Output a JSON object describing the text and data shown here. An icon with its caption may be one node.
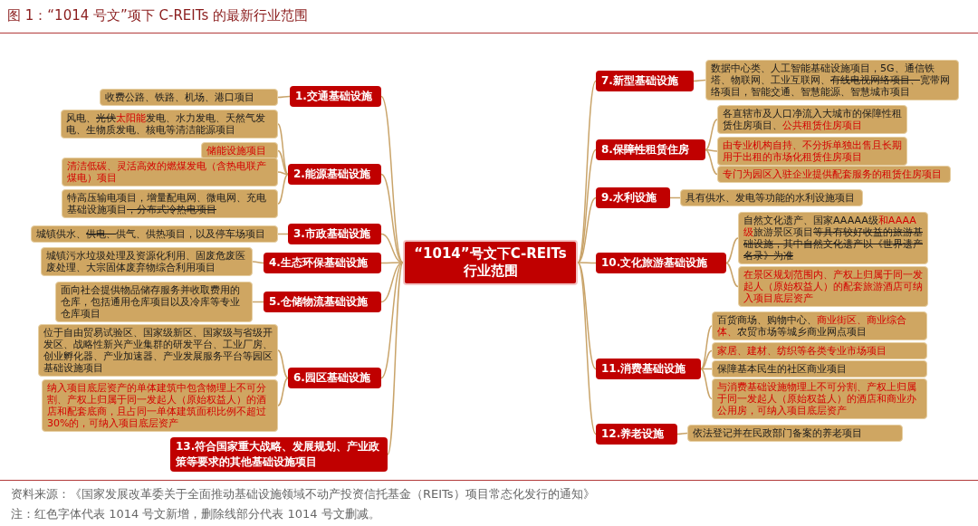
{
  "diagram": {
    "title": "图 1：“1014 号文”项下 C-REITs 的最新行业范围",
    "caption": "资料来源：《国家发展改革委关于全面推动基础设施领域不动产投资信托基金（REITs）项目常态化发行的通知》",
    "nodes": [
      {
        "text": [
          "“1014”号文下C-REITs行业范围"
        ]
      },
      {
        "text": [
          "1.交通基础设施"
        ]
      },
      {
        "text": [
          "收费公路、铁路、机场、港口项目"
        ]
      },
      {
        "text": [
          "2.能源基础设施"
        ]
      },
      {
        "text": [
          "风电、**光伏**太阳能发电、水力发电、天然气发电、生物质发电、核电等清洁能源项目"
        ]
      },
      {
        "text": [
          "储能设施项目"
        ]
      },
      {
        "text": [
          "清洁低碳、灵活高效的燃煤发电（含热电联产煤电）项目"
        ]
      },
      {
        "text": [
          "特高压输电项目，增量配电网、微电网、充电基础设施项目**，分布式冷热电项目**"
        ]
      },
      {
        "text": [
          "3.市政基础设施"
        ]
      },
      {
        "text": [
          "城镇供水、**供电、**供气、供热项目，以及停车场项目"
        ]
      },
      {
        "text": [
          "4.生态环保基础设施"
        ]
      },
      {
        "text": [
          "城镇污水垃圾处理及资源化利用、固废危废医废处理、大宗固体废弃物综合利用项目"
        ]
      },
      {
        "text": [
          "5.仓储物流基础设施"
        ]
      },
      {
        "text": [
          "面向社会提供物品储存服务并收取费用的仓库，包括通用仓库项目以及冷库等专业仓库项目"
        ]
      },
      {
        "text": [
          "6.园区基础设施"
        ]
      },
      {
        "text": [
          "位于自由贸易试验区、国家级新区、国家级与省级开发区、战略性新兴产业集群的研发平台、工业厂房、创业孵化器、产业加速器、产业发展服务平台等园区基础设施项目"
        ]
      },
      {
        "text": [
          "纳入项目底层资产的单体建筑中包含物理上不可分割、产权上归属于同一发起人（原始权益人）的酒店和配套底商，且占同一单体建筑面积比例不超过30%的，可纳入项目底层资产"
        ]
      },
      {
        "text": [
          "13.符合国家重大战略、发展规划、产业政策等要求的其他基础设施项目"
        ]
      },
      {
        "text": [
          "7.新型基础设施"
        ]
      },
      {
        "text": [
          "数据中心类、人工智能基础设施项目，5G、通信铁塔、物联网、工业互联网、**有线电视网络项目、**宽带网络项目，智能交通、智慧能源、智慧城市项目"
        ]
      },
      {
        "text": [
          "8.**保障性**租赁住房"
        ]
      },
      {
        "text": [
          "各直辖市及人口净流入大城市的保障性租赁住房项目、公共租赁住房项目"
        ]
      },
      {
        "text": [
          "由专业机构自持、不分拆单独出售且长期用于出租的市场化租赁住房项目"
        ]
      },
      {
        "text": [
          "专门为园区入驻企业提供配套服务的租赁住房项目"
        ]
      },
      {
        "text": [
          "9.水利设施"
        ]
      },
      {
        "text": [
          "具有供水、发电等功能的水利设施项目"
        ]
      },
      {
        "text": [
          "10.文化旅游基础设施"
        ]
      },
      {
        "text": [
          "自然文化遗产、国家AAAAA级和AAAA级旅游景区项目**等具有较好收益的旅游基础设施，其中自然文化遗产以《世界遗产名录》为准**"
        ]
      },
      {
        "text": [
          "在景区规划范围内、产权上归属于同一发起人（原始权益人）的配套旅游酒店可纳入项目底层资产"
        ]
      },
      {
        "text": [
          "11.消费基础设施"
        ]
      },
      {
        "text": [
          "百货商场、购物中心、商业街区、商业综合体、农贸市场等城乡商业网点项目"
        ]
      },
      {
        "text": [
          "家居、建材、纺织等各类专业市场项目"
        ]
      },
      {
        "text": [
          "保障基本民生的社区商业项目"
        ]
      },
      {
        "text": [
          "与消费基础设施物理上不可分割、产权上归属于同一发起人（原始权益人）的酒店和商业办公用房，可纳入项目底层资产"
        ]
      },
      {
        "text": [
          "12.养老设施"
        ]
      },
      {
        "text": [
          "依法登记并在民政部门备案的养老项目"
        ]
      }
    ],
    "edges": [
      {
        "from": 0,
        "to": 1,
        "arrow": "none"
      },
      {
        "from": 1,
        "to": 2,
        "arrow": "none"
      },
      {
        "from": 0,
        "to": 3,
        "arrow": "none"
      },
      {
        "from": 3,
        "to": 4,
        "arrow": "none"
      },
      {
        "from": 3,
        "to": 5,
        "arrow": "none"
      },
      {
        "from": 3,
        "to": 6,
        "arrow": "none"
      },
      {
        "from": 3,
        "to": 7,
        "arrow": "none"
      },
      {
        "from": 0,
        "to": 8,
        "arrow": "none"
      },
      {
        "from": 8,
        "to": 9,
        "arrow": "none"
      },
      {
        "from": 0,
        "to": 10,
        "arrow": "none"
      },
      {
        "from": 10,
        "to": 11,
        "arrow": "none"
      },
      {
        "from": 0,
        "to": 12,
        "arrow": "none"
      },
      {
        "from": 12,
        "to": 13,
        "arrow": "none"
      },
      {
        "from": 0,
        "to": 14,
        "arrow": "none"
      },
      {
        "from": 14,
        "to": 15,
        "arrow": "none"
      },
      {
        "from": 14,
        "to": 16,
        "arrow": "none"
      },
      {
        "from": 0,
        "to": 17,
        "arrow": "none"
      },
      {
        "from": 0,
        "to": 18,
        "arrow": "none"
      },
      {
        "from": 18,
        "to": 19,
        "arrow": "none"
      },
      {
        "from": 0,
        "to": 20,
        "arrow": "none"
      },
      {
        "from": 20,
        "to": 21,
        "arrow": "none"
      },
      {
        "from": 20,
        "to": 22,
        "arrow": "none"
      },
      {
        "from": 20,
        "to": 23,
        "arrow": "none"
      },
      {
        "from": 0,
        "to": 24,
        "arrow": "none"
      },
      {
        "from": 24,
        "to": 25,
        "arrow": "none"
      },
      {
        "from": 0,
        "to": 26,
        "arrow": "none"
      },
      {
        "from": 26,
        "to": 27,
        "arrow": "none"
      },
      {
        "from": 26,
        "to": 28,
        "arrow": "none"
      },
      {
        "from": 0,
        "to": 29,
        "arrow": "none"
      },
      {
        "from": 29,
        "to": 30,
        "arrow": "none"
      },
      {
        "from": 29,
        "to": 31,
        "arrow": "none"
      },
      {
        "from": 29,
        "to": 32,
        "arrow": "none"
      },
      {
        "from": 29,
        "to": 33,
        "arrow": "none"
      },
      {
        "from": 0,
        "to": 34,
        "arrow": "none"
      },
      {
        "from": 34,
        "to": 35,
        "arrow": "none"
      }
    ],
    "labels": [
      "注：红色字体代表 1014 号文新增，删除线部分代表 1014 号文删减。"
    ]
  }
}
